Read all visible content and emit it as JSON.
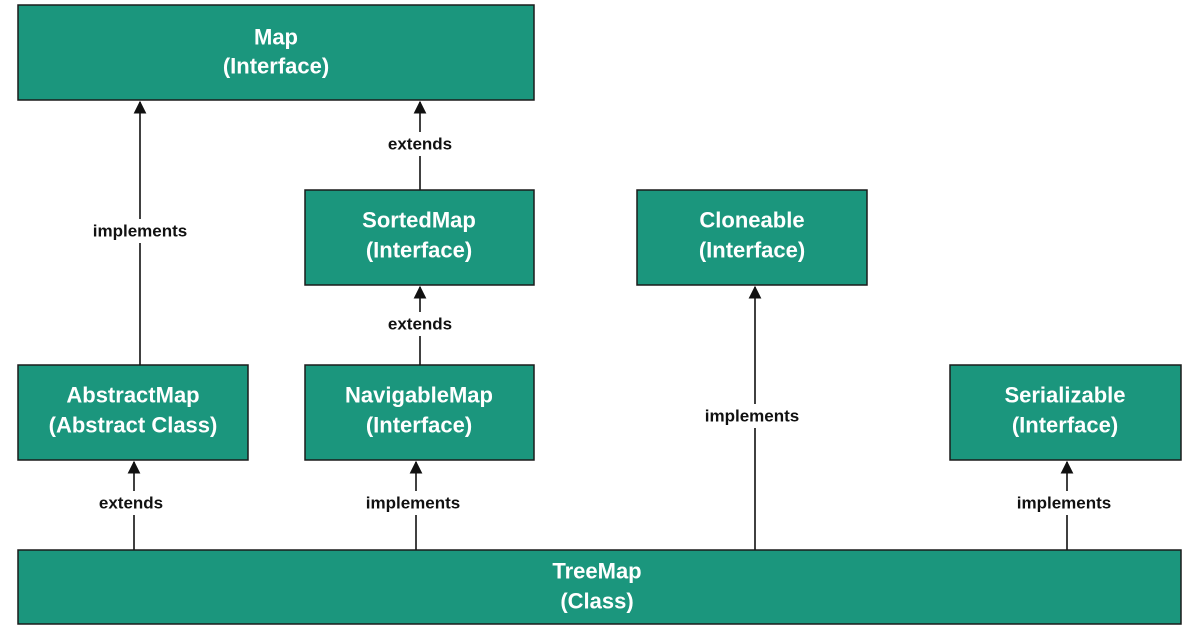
{
  "nodes": {
    "map": {
      "name": "Map",
      "kind": "(Interface)"
    },
    "sorted_map": {
      "name": "SortedMap",
      "kind": "(Interface)"
    },
    "cloneable": {
      "name": "Cloneable",
      "kind": "(Interface)"
    },
    "abstract_map": {
      "name": "AbstractMap",
      "kind": "(Abstract Class)"
    },
    "navigable_map": {
      "name": "NavigableMap",
      "kind": "(Interface)"
    },
    "serializable": {
      "name": "Serializable",
      "kind": "(Interface)"
    },
    "tree_map": {
      "name": "TreeMap",
      "kind": "(Class)"
    }
  },
  "edges": {
    "sorted_to_map": {
      "from": "sorted_map",
      "to": "map",
      "label": "extends"
    },
    "abstract_to_map": {
      "from": "abstract_map",
      "to": "map",
      "label": "implements"
    },
    "navigable_to_sorted": {
      "from": "navigable_map",
      "to": "sorted_map",
      "label": "extends"
    },
    "tree_to_abstract": {
      "from": "tree_map",
      "to": "abstract_map",
      "label": "extends"
    },
    "tree_to_navigable": {
      "from": "tree_map",
      "to": "navigable_map",
      "label": "implements"
    },
    "tree_to_cloneable": {
      "from": "tree_map",
      "to": "cloneable",
      "label": "implements"
    },
    "tree_to_serializable": {
      "from": "tree_map",
      "to": "serializable",
      "label": "implements"
    }
  },
  "colors": {
    "node_fill": "#1b967d",
    "node_text": "#ffffff",
    "edge": "#111111"
  }
}
